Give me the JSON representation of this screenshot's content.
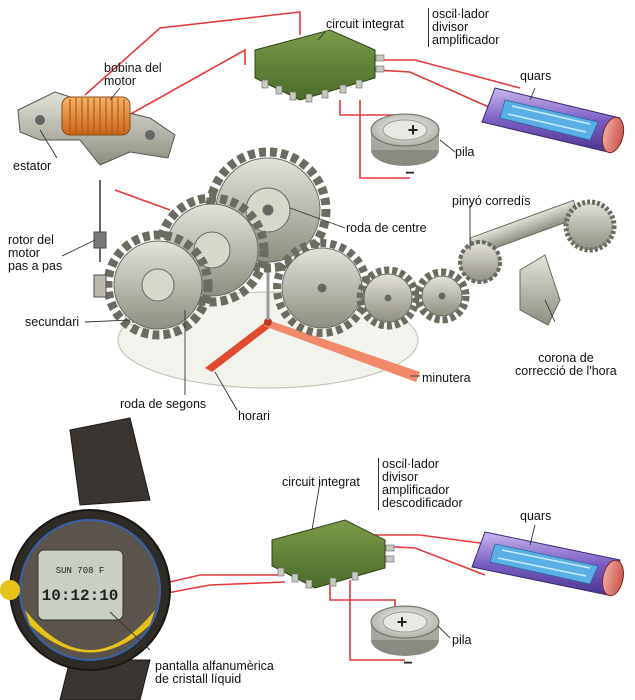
{
  "analog": {
    "bobina_motor": [
      "bobina del",
      "motor"
    ],
    "estator": "estator",
    "circuit_integrat": "circuit integrat",
    "functions": [
      "oscil·lador",
      "divisor",
      "amplificador"
    ],
    "quars": "quars",
    "pila": "pila",
    "battery_plus": "+",
    "battery_minus": "−",
    "rotor": [
      "rotor del",
      "motor",
      "pas a pas"
    ],
    "roda_centre": "roda de centre",
    "pinyo_corredis": "pinyó corredís",
    "secundari": "secundari",
    "corona": [
      "corona de",
      "correcció de l'hora"
    ],
    "minutera": "minutera",
    "roda_segons": "roda de segons",
    "horari": "horari"
  },
  "digital": {
    "circuit_integrat": "circuit integrat",
    "functions": [
      "oscil·lador",
      "divisor",
      "amplificador",
      "descodificador"
    ],
    "quars": "quars",
    "pila": "pila",
    "battery_plus": "+",
    "battery_minus": "−",
    "pantalla": [
      "pantalla alfanumèrica",
      "de cristall líquid"
    ],
    "lcd_top": "SUN  708 F",
    "lcd_time": "10:12:10"
  },
  "colors": {
    "wire": "#e23a3a",
    "chip": "#5f7f35",
    "gear": "#b9b8aa",
    "coil": "#e8892a",
    "quartz_glass": "#7b5fc4",
    "quartz_inner": "#4fa8e0",
    "hand": "#e04a2e",
    "watch_body": "#3a3530",
    "lcd": "#c7d0c2",
    "bezel_accent": "#e6c21a"
  },
  "icons": [
    "chip-icon",
    "quartz-crystal-icon",
    "battery-icon",
    "gear-icon",
    "coil-icon",
    "watch-icon"
  ]
}
